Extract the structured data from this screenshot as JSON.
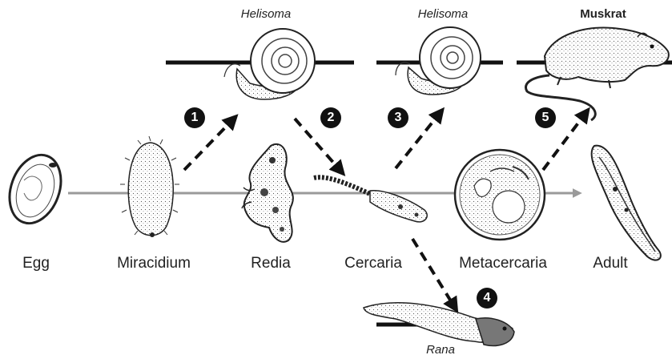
{
  "stages": [
    {
      "id": "egg",
      "label": "Egg"
    },
    {
      "id": "miracidium",
      "label": "Miracidium"
    },
    {
      "id": "redia",
      "label": "Redia"
    },
    {
      "id": "cercaria",
      "label": "Cercaria"
    },
    {
      "id": "metacercaria",
      "label": "Metacercaria"
    },
    {
      "id": "adult",
      "label": "Adult"
    }
  ],
  "hosts": [
    {
      "id": "helisoma-1",
      "label": "Helisoma",
      "style": "italic"
    },
    {
      "id": "helisoma-2",
      "label": "Helisoma",
      "style": "italic"
    },
    {
      "id": "muskrat",
      "label": "Muskrat",
      "style": "bold"
    },
    {
      "id": "rana",
      "label": "Rana",
      "style": "italic"
    }
  ],
  "steps": [
    "1",
    "2",
    "3",
    "4",
    "5"
  ],
  "colors": {
    "timeline": "#9a9a9a",
    "arrow": "#111111",
    "badge": "#111111",
    "ink": "#333333"
  }
}
